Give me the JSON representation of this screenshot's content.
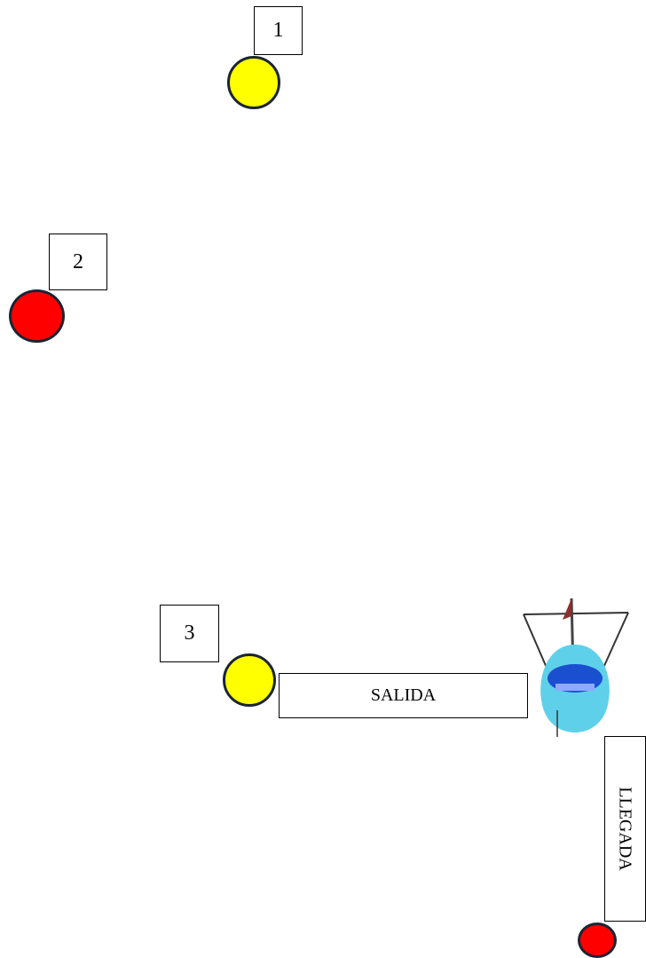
{
  "markers": {
    "one": "1",
    "two": "2",
    "three": "3"
  },
  "labels": {
    "salida": "SALIDA",
    "llegada": "LLEGADA"
  },
  "colors": {
    "buoy_yellow": "#ffff00",
    "buoy_red": "#ff0000",
    "buoy_outline": "#1b2433",
    "boat_hull_light": "#5fd0ea",
    "boat_hull_dark": "#1a4fd0",
    "boat_sail": "#8b2f2f"
  },
  "icons": {
    "boat": "sailboat-icon",
    "buoy": "buoy-icon"
  }
}
